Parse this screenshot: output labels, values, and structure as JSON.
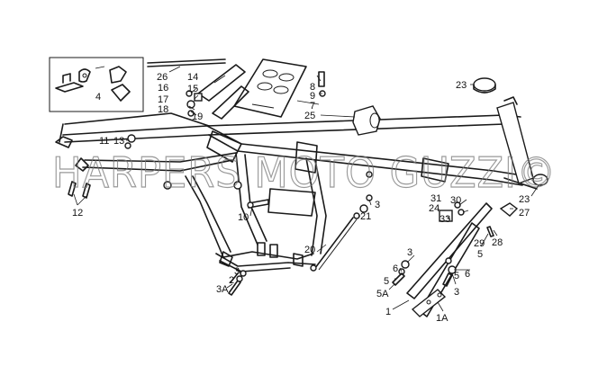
{
  "watermark": "HARPERS MOTO GUZZI©",
  "callouts": {
    "c1": "1",
    "c1A": "1A",
    "c2": "2",
    "c3a": "3",
    "c3b": "3",
    "c3c": "3",
    "c3d": "3",
    "c3A": "3A",
    "c4": "4",
    "c5a": "5",
    "c5b": "5",
    "c5c": "5",
    "c5A": "5A",
    "c6a": "6",
    "c6b": "6",
    "c7": "7",
    "c8": "8",
    "c9": "9",
    "c10": "10",
    "c11": "11",
    "c12": "12",
    "c13": "13",
    "c14": "14",
    "c15": "15",
    "c16": "16",
    "c17": "17",
    "c18": "18",
    "c19": "19",
    "c20": "20",
    "c21": "21",
    "c23a": "23",
    "c23b": "23",
    "c24": "24",
    "c25": "25",
    "c26": "26",
    "c27": "27",
    "c28": "28",
    "c29": "29",
    "c30": "30",
    "c31": "31",
    "c33": "33"
  }
}
